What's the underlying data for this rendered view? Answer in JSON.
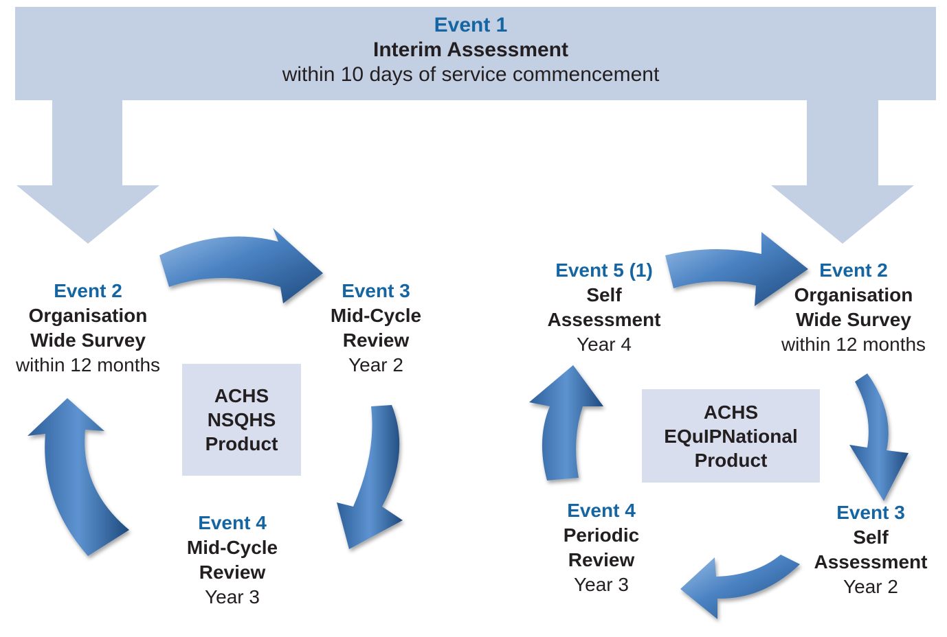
{
  "colors": {
    "banner": "#c3cfe3",
    "event_label": "#1565a3",
    "text": "#231f20",
    "product_box": "#d9deee",
    "cycle_arrow_light": "#7aa6d8",
    "cycle_arrow_dark": "#1e4a7e"
  },
  "banner": {
    "event": "Event 1",
    "title": "Interim Assessment",
    "subtitle": "within 10 days of service commencement"
  },
  "nsqhs": {
    "product_lines": [
      "ACHS",
      "NSQHS",
      "Product"
    ],
    "event2": {
      "event": "Event 2",
      "title_lines": [
        "Organisation",
        "Wide Survey"
      ],
      "detail": "within 12 months"
    },
    "event3": {
      "event": "Event 3",
      "title_lines": [
        "Mid-Cycle",
        "Review"
      ],
      "detail": "Year 2"
    },
    "event4": {
      "event": "Event 4",
      "title_lines": [
        "Mid-Cycle",
        "Review"
      ],
      "detail": "Year 3"
    }
  },
  "equip": {
    "product_lines": [
      "ACHS",
      "EQuIPNational",
      "Product"
    ],
    "event5": {
      "event": "Event 5 (1)",
      "title_lines": [
        "Self",
        "Assessment"
      ],
      "detail": "Year 4"
    },
    "event2": {
      "event": "Event 2",
      "title_lines": [
        "Organisation",
        "Wide Survey"
      ],
      "detail": "within 12 months"
    },
    "event3": {
      "event": "Event 3",
      "title_lines": [
        "Self",
        "Assessment"
      ],
      "detail": "Year 2"
    },
    "event4": {
      "event": "Event 4",
      "title_lines": [
        "Periodic",
        "Review"
      ],
      "detail": "Year 3"
    }
  }
}
